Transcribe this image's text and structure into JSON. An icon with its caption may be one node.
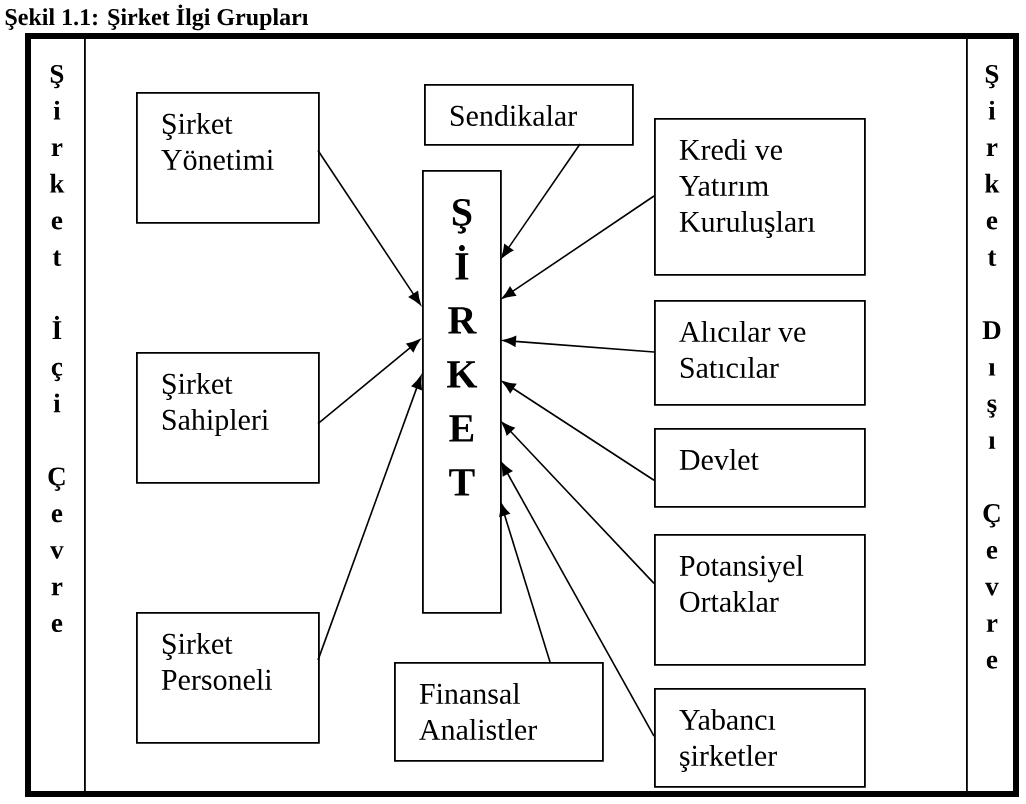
{
  "diagram": {
    "title": "Şekil 1.1: Şirket İlgi Grupları",
    "nodes": [
      {
        "text": [
          "Şirket İçi Çevre"
        ]
      },
      {
        "text": [
          "Şirket Yönetimi"
        ]
      },
      {
        "text": [
          "Şirket Sahipleri"
        ]
      },
      {
        "text": [
          "Şirket Personeli"
        ]
      },
      {
        "text": [
          "Sendikalar"
        ]
      },
      {
        "text": [
          "ŞİRKET"
        ]
      },
      {
        "text": [
          "Finansal Analistler"
        ]
      },
      {
        "text": [
          "Kredi ve Yatırım Kuruluşları"
        ]
      },
      {
        "text": [
          "Alıcılar ve Satıcılar"
        ]
      },
      {
        "text": [
          "Devlet"
        ]
      },
      {
        "text": [
          "Potansiyel Ortaklar"
        ]
      },
      {
        "text": [
          "Yabancı şirketler"
        ]
      },
      {
        "text": [
          "Şirket Dışı Çevre"
        ]
      }
    ],
    "edges": [
      {
        "from": 1,
        "to": 5,
        "arrow": "to"
      },
      {
        "from": 2,
        "to": 5,
        "arrow": "to"
      },
      {
        "from": 3,
        "to": 5,
        "arrow": "to"
      },
      {
        "from": 4,
        "to": 5,
        "arrow": "to"
      },
      {
        "from": 7,
        "to": 5,
        "arrow": "to"
      },
      {
        "from": 8,
        "to": 5,
        "arrow": "to"
      },
      {
        "from": 9,
        "to": 5,
        "arrow": "to"
      },
      {
        "from": 10,
        "to": 5,
        "arrow": "to"
      },
      {
        "from": 11,
        "to": 5,
        "arrow": "to"
      },
      {
        "from": 6,
        "to": 5,
        "arrow": "to"
      }
    ]
  }
}
